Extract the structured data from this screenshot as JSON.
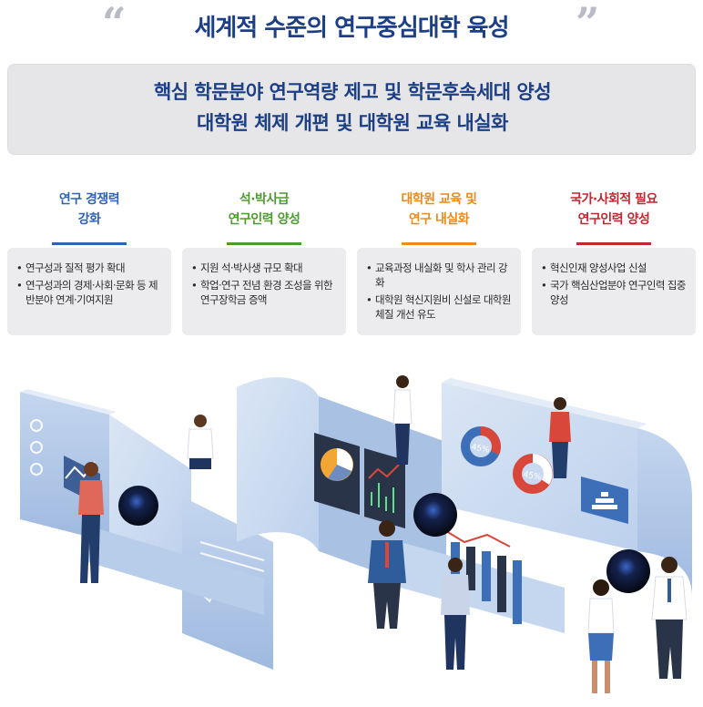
{
  "title": {
    "open_quote": "“",
    "text": "세계적 수준의 연구중심대학 육성",
    "close_quote": "”"
  },
  "banner": {
    "line1": "핵심 학문분야 연구역량 제고 및 학문후속세대 양성",
    "line2": "대학원 체제 개편 및 대학원 교육 내실화"
  },
  "columns": [
    {
      "head1": "연구 경쟁력",
      "head2": "강화",
      "color": "#2f63b4",
      "bullets": [
        "연구성과 질적 평가 확대",
        "연구성과의 경제·사회·문화 등 제반분야 연계·기여지원"
      ]
    },
    {
      "head1": "석·박사급",
      "head2": "연구인력 양성",
      "color": "#4d9b2e",
      "bullets": [
        "지원 석·박사생 규모 확대",
        "학업·연구 전념 환경 조성을 위한 연구장학금 증액"
      ]
    },
    {
      "head1": "대학원 교육 및",
      "head2": "연구 내실화",
      "color": "#ec8a1a",
      "bullets": [
        "교육과정 내실화 및 학사 관리 강화",
        "대학원 혁신지원비 신설로 대학원 체질 개선 유도"
      ]
    },
    {
      "head1": "국가·사회적 필요",
      "head2": "연구인력 양성",
      "color": "#c3262f",
      "bullets": [
        "혁신인재 양성사업 신설",
        "국가 핵심산업분야 연구인력 집중 양성"
      ]
    }
  ],
  "illustration": {
    "donut1_label": "45%",
    "donut2_label": "45%",
    "colors": {
      "panel": "#c9d9ef",
      "panel_dark": "#a9c1e2",
      "screen": "#2a3448",
      "accent_red": "#d9473b",
      "accent_blue": "#3d6fb8"
    }
  }
}
